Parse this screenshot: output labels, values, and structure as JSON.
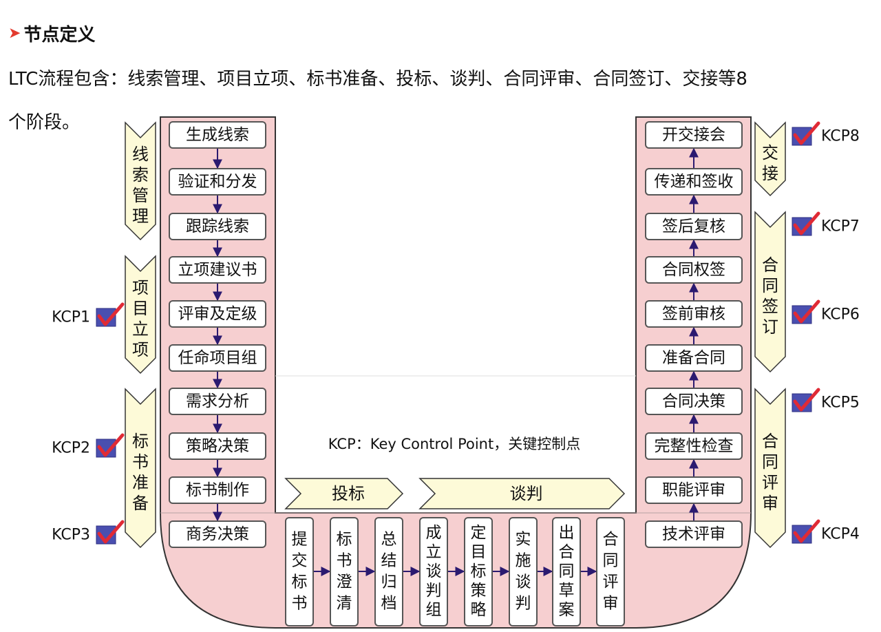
{
  "heading": {
    "mark": "➤",
    "title": "节点定义"
  },
  "intro": {
    "line1": "LTC流程包含：线索管理、项目立项、标书准备、投标、谈判、合同评审、合同签订、交接等8",
    "line2": "个阶段。"
  },
  "colors": {
    "channel_fill": "#f6cfd0",
    "channel_stroke": "#333333",
    "banner_fill": "#fdfad8",
    "arrow": "#2b1a70",
    "kcp_box": "#4a4fb0",
    "kcp_check": "#e02a35"
  },
  "left_steps": [
    "生成线索",
    "验证和分发",
    "跟踪线索",
    "立项建议书",
    "评审及定级",
    "任命项目组",
    "需求分析",
    "策略决策",
    "标书制作",
    "商务决策"
  ],
  "bottom_steps": [
    "提交标书",
    "标书澄清",
    "总结归档",
    "成立谈判组",
    "定目标策略",
    "实施谈判",
    "出合同草案",
    "合同评审"
  ],
  "right_steps": [
    "技术评审",
    "职能评审",
    "完整性检查",
    "合同决策",
    "准备合同",
    "签前审核",
    "合同权签",
    "签后复核",
    "传递和签收",
    "开交接会"
  ],
  "left_stages": [
    "线索管理",
    "项目立项",
    "标书准备"
  ],
  "right_stages": [
    "交接",
    "合同签订",
    "合同评审"
  ],
  "bottom_stages": [
    "投标",
    "谈判"
  ],
  "kcp_left": [
    "KCP1",
    "KCP2",
    "KCP3"
  ],
  "kcp_right": [
    "KCP8",
    "KCP7",
    "KCP6",
    "KCP5",
    "KCP4"
  ],
  "note": "KCP：Key Control Point，关键控制点"
}
